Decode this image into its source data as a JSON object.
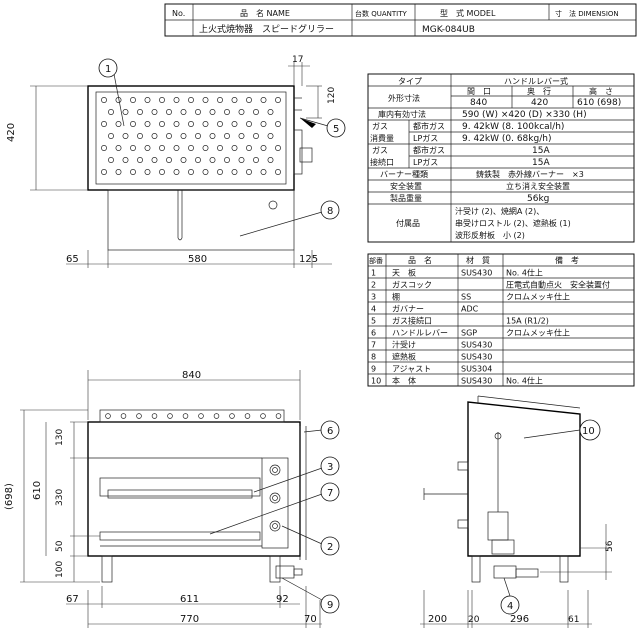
{
  "header": {
    "no_label": "No.",
    "name_label": "品　名 NAME",
    "qty_label": "台数 QUANTITY",
    "model_label": "型　式 MODEL",
    "dim_label": "寸　法 DIMENSION",
    "name_value": "上火式焼物器　スピードグリラー",
    "model_value": "MGK-084UB"
  },
  "spec": {
    "type_label": "タイプ",
    "type_value": "ハンドルレバー式",
    "outer_label": "外形寸法",
    "col_width": "間　口",
    "col_depth": "奥　行",
    "col_height": "高　さ",
    "width": "840",
    "depth": "420",
    "height": "610 (698)",
    "inner_label": "庫内有効寸法",
    "inner_value": "590 (W) ×420 (D) ×330 (H)",
    "gas_use_label_1": "ガス",
    "gas_use_label_2": "消費量",
    "city_gas": "都市ガス",
    "lp_gas": "LPガス",
    "use_city": "9. 42kW (8. 100kcal/h)",
    "use_lp": "9. 42kW (0. 68kg/h)",
    "gas_conn_label_1": "ガス",
    "gas_conn_label_2": "接続口",
    "conn_city": "15A",
    "conn_lp": "15A",
    "burner_label": "バーナー種類",
    "burner_value": "鋳鉄製　赤外線バーナー　×3",
    "safety_label": "安全装置",
    "safety_value": "立ち消え安全装置",
    "weight_label": "製品重量",
    "weight_value": "56kg",
    "acc_label": "付属品",
    "acc_line1": "汁受け (2)、焼網A (2)、",
    "acc_line2": "串受けロストル (2)、遮熱板 (1)",
    "acc_line3": "波形反射板　小 (2)"
  },
  "parts": {
    "headers": [
      "部番",
      "品　名",
      "材　質",
      "備　考"
    ],
    "rows": [
      {
        "no": "1",
        "name": "天　板",
        "mat": "SUS430",
        "note": "No. 4仕上"
      },
      {
        "no": "2",
        "name": "ガスコック",
        "mat": "",
        "note": "圧電式自動点火　安全装置付"
      },
      {
        "no": "3",
        "name": "棚",
        "mat": "SS",
        "note": "クロムメッキ仕上"
      },
      {
        "no": "4",
        "name": "ガバナー",
        "mat": "ADC",
        "note": ""
      },
      {
        "no": "5",
        "name": "ガス接続口",
        "mat": "",
        "note": "15A (R1/2)"
      },
      {
        "no": "6",
        "name": "ハンドルレバー",
        "mat": "SGP",
        "note": "クロムメッキ仕上"
      },
      {
        "no": "7",
        "name": "汁受け",
        "mat": "SUS430",
        "note": ""
      },
      {
        "no": "8",
        "name": "遮熱板",
        "mat": "SUS430",
        "note": ""
      },
      {
        "no": "9",
        "name": "アジャスト",
        "mat": "SUS304",
        "note": ""
      },
      {
        "no": "10",
        "name": "本　体",
        "mat": "SUS430",
        "note": "No. 4仕上"
      }
    ]
  },
  "dims": {
    "top_w": "17",
    "top_h": "120",
    "top_depth": "420",
    "top_left": "65",
    "top_mid": "580",
    "top_right": "125",
    "front_w": "840",
    "front_total": "(698)",
    "front_610": "610",
    "front_130": "130",
    "front_330": "330",
    "front_50": "50",
    "front_100": "100",
    "front_67": "67",
    "front_611": "611",
    "front_92": "92",
    "front_770": "770",
    "front_70": "70",
    "side_56": "56",
    "side_200": "200",
    "side_20": "20",
    "side_296": "296",
    "side_61": "61"
  },
  "balloons": {
    "b1": "1",
    "b2": "2",
    "b3": "3",
    "b4": "4",
    "b5": "5",
    "b6": "6",
    "b7": "7",
    "b8": "8",
    "b9": "9",
    "b10": "10"
  }
}
